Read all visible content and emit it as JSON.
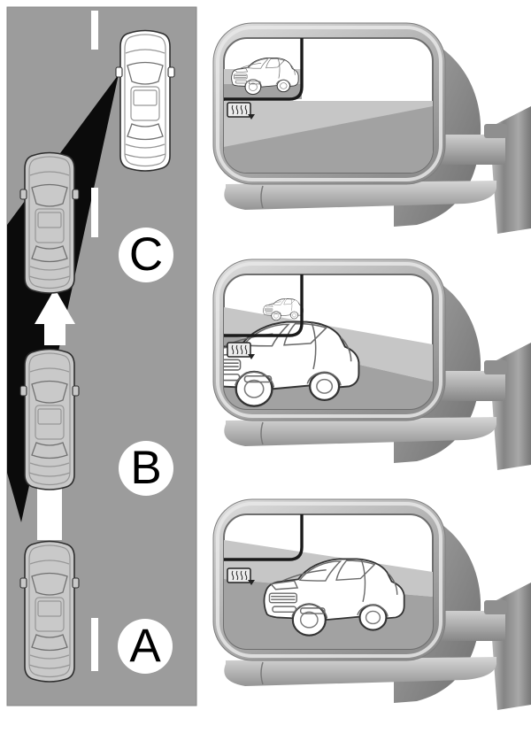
{
  "diagram": {
    "position_labels": [
      {
        "id": "C",
        "label": "C"
      },
      {
        "id": "B",
        "label": "B"
      },
      {
        "id": "A",
        "label": "A"
      }
    ],
    "left_panel": {
      "lane_markings": 3,
      "overtaking_vehicle_positions": [
        "A",
        "B",
        "C"
      ],
      "driver_vehicle_present": true,
      "blind_spot_cone_present": true,
      "movement_arrow_direction": "up"
    },
    "mirror_views": [
      {
        "aligned_position": "C",
        "vehicle_in_blind_spot_inset": true,
        "vehicle_in_main_glass": false
      },
      {
        "aligned_position": "B",
        "vehicle_in_blind_spot_inset": true,
        "vehicle_in_main_glass": true
      },
      {
        "aligned_position": "A",
        "vehicle_in_blind_spot_inset": false,
        "vehicle_in_main_glass": true
      }
    ],
    "icons": {
      "glass_symbol": "mirror-defrost-icon"
    },
    "colors": {
      "background": "#ffffff",
      "road": "#9c9c9c",
      "lane_marking": "#ffffff",
      "blind_spot_cone": "#0b0b0b",
      "driver_vehicle": "#ffffff",
      "overtaking_vehicle": "#c9c9c9",
      "position_label_bg": "#ffffff",
      "position_label_text": "#000000",
      "mirror_housing": "#b9b9b9",
      "mirror_glass_sky": "#ffffff",
      "mirror_glass_far_road": "#c6c6c6",
      "mirror_glass_near_road": "#a2a2a2"
    }
  }
}
